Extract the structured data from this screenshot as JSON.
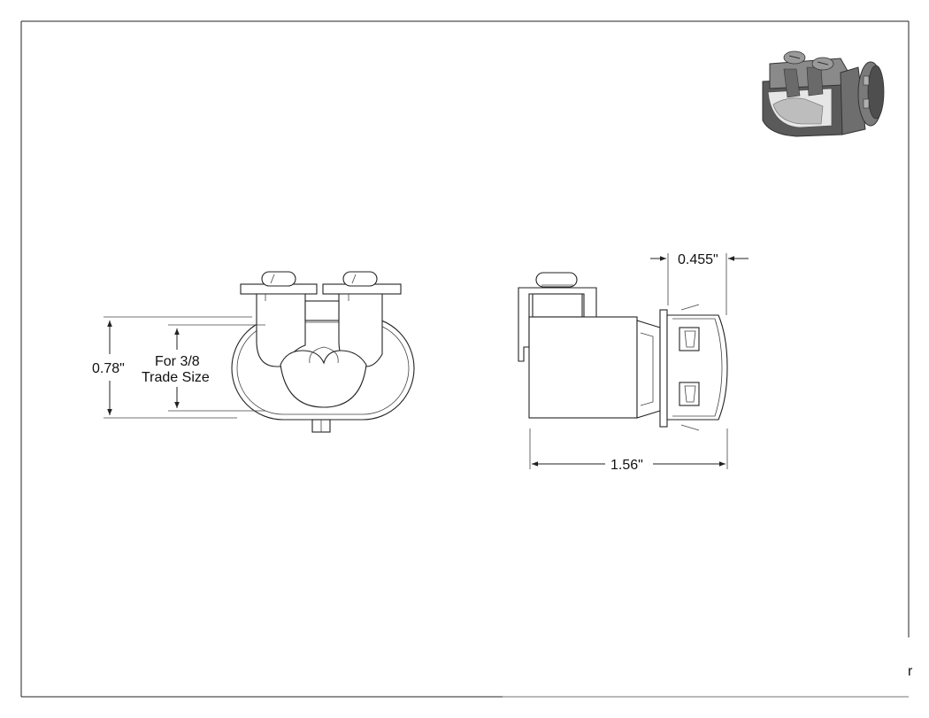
{
  "drawing": {
    "note": {
      "line1": "For 3/8",
      "line2": "Trade Size"
    },
    "dimensions": {
      "height": "0.78\"",
      "length": "1.56\"",
      "end_width": "0.455\""
    },
    "edge_fragment": "r"
  },
  "colors": {
    "line": "#222222",
    "paper": "#ffffff",
    "render_dark": "#4a4a4a",
    "render_mid": "#7a7a7a",
    "render_light": "#b0b0b0"
  },
  "icons": {
    "iso_view": "connector-3d-render"
  }
}
